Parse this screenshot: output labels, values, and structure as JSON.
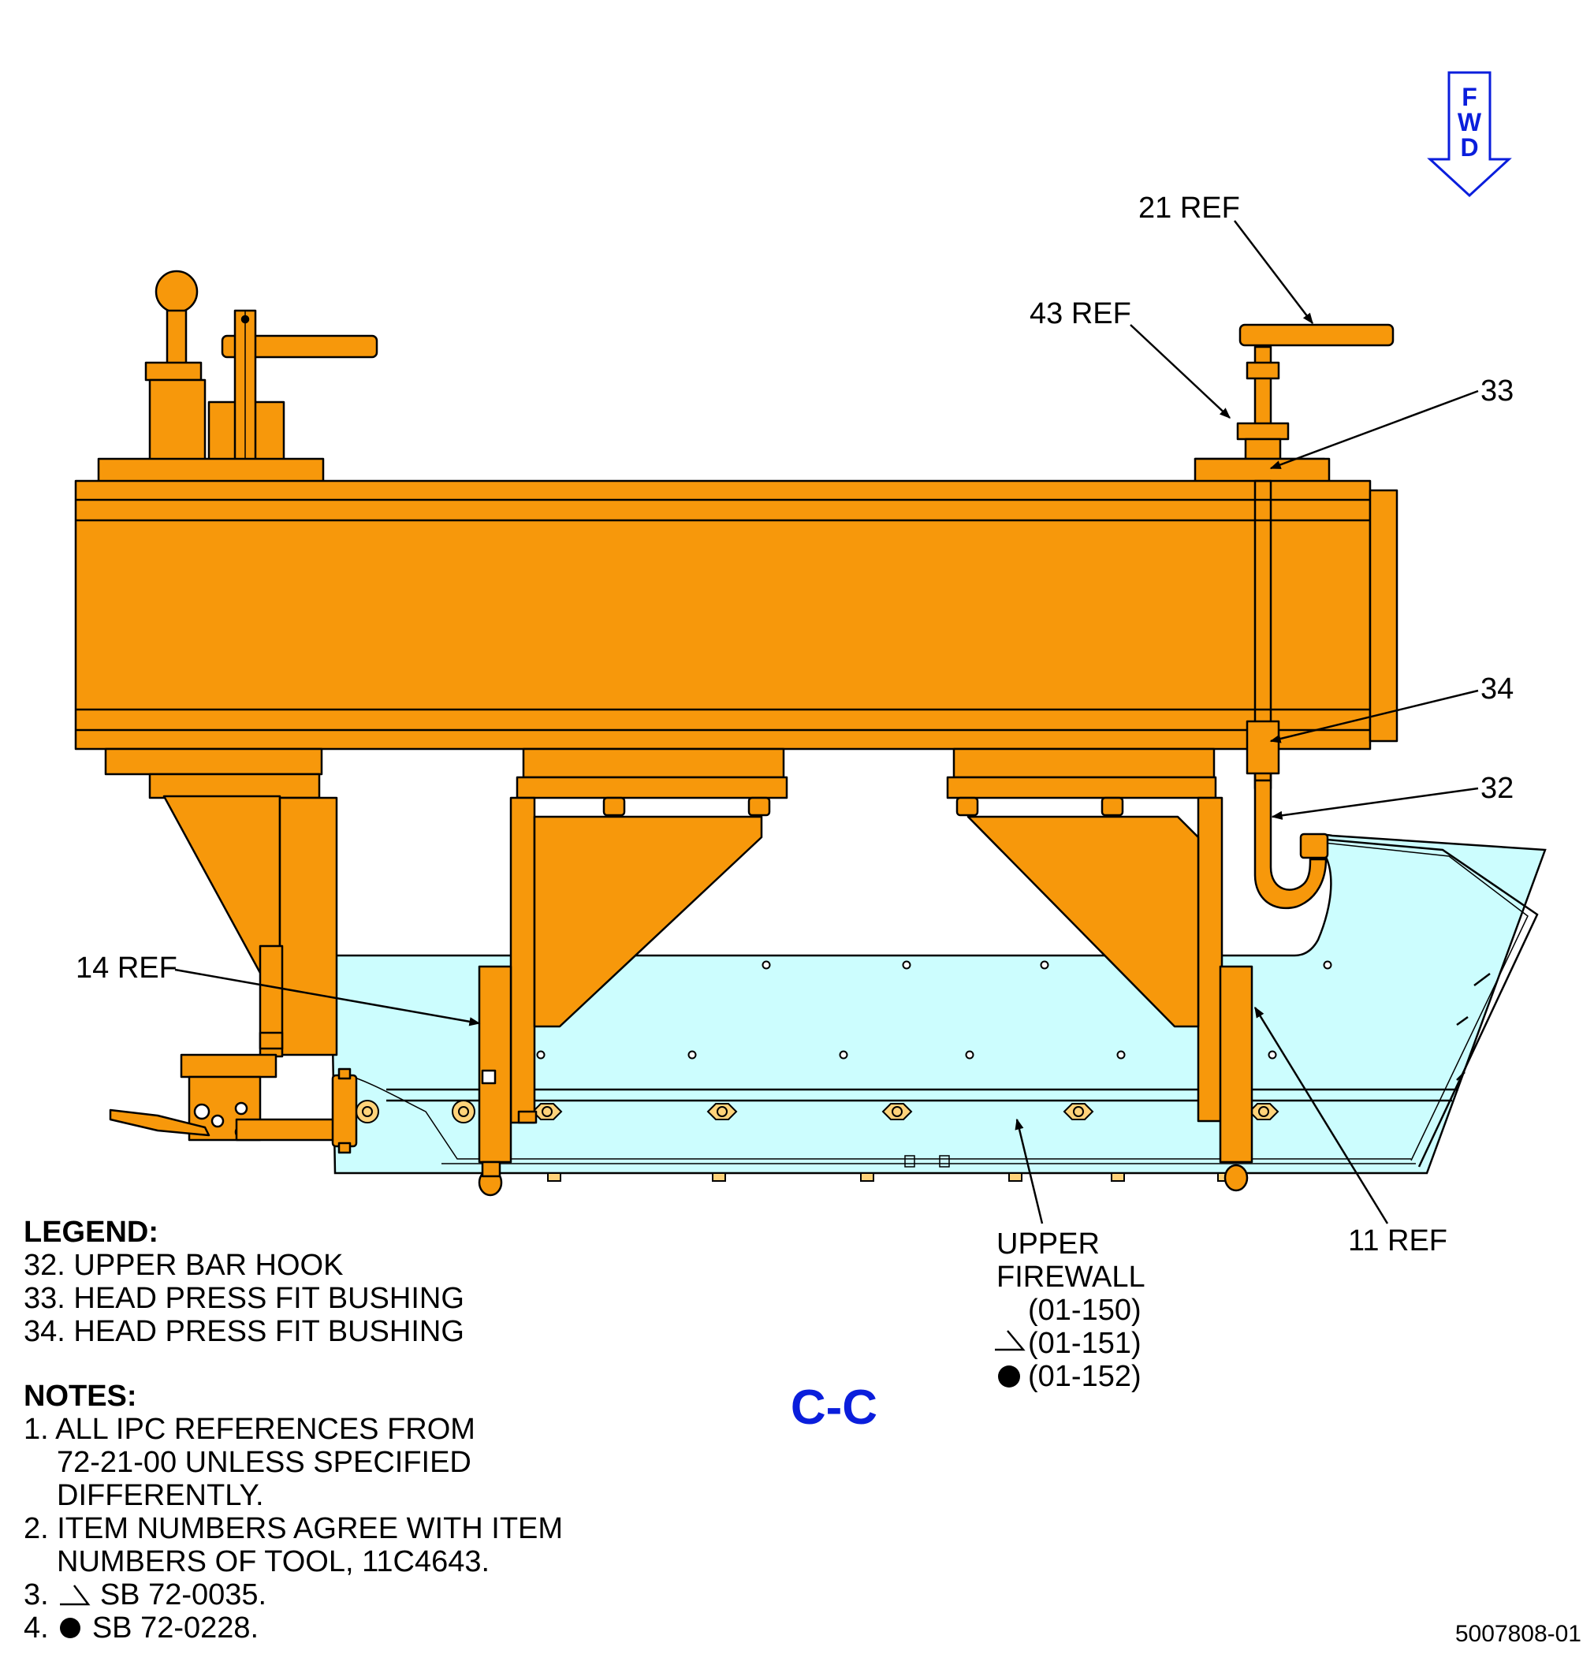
{
  "fwd_arrow": {
    "letters": [
      "F",
      "W",
      "D"
    ]
  },
  "callouts": {
    "c21": "21 REF",
    "c43": "43 REF",
    "c33": "33",
    "c34": "34",
    "c32": "32",
    "c14": "14 REF",
    "c11": "11 REF"
  },
  "firewall": {
    "line1": "UPPER",
    "line2": "FIREWALL",
    "ref1": "(01-150)",
    "ref2": "(01-151)",
    "ref3": "(01-152)"
  },
  "section_label": "C-C",
  "legend": {
    "title": "LEGEND:",
    "items": [
      "32. UPPER BAR HOOK",
      "33. HEAD PRESS FIT BUSHING",
      "34. HEAD PRESS FIT BUSHING"
    ]
  },
  "notes": {
    "title": "NOTES:",
    "n1a": "1. ALL IPC REFERENCES FROM",
    "n1b": "72-21-00 UNLESS SPECIFIED",
    "n1c": "DIFFERENTLY.",
    "n2a": "2. ITEM NUMBERS AGREE WITH ITEM",
    "n2b": "NUMBERS OF TOOL, 11C4643.",
    "n3_prefix": "3.",
    "n3_text": "SB 72-0035.",
    "n4_prefix": "4.",
    "n4_text": "SB 72-0228."
  },
  "drawing_number": "5007808-01",
  "colors": {
    "orange": "#F7980B",
    "cyan": "#CCFDFE",
    "blue_label": "#0A1EDC"
  }
}
